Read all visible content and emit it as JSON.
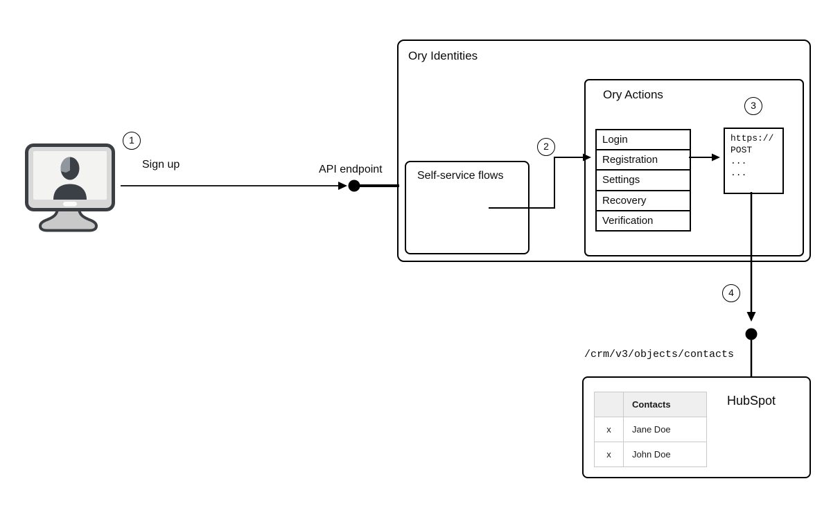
{
  "colors": {
    "line": "#000000",
    "table_border": "#c9c9c9",
    "table_header_bg": "#efefef",
    "monitor_body": "#d8d8d8",
    "monitor_screen": "#f3f3f2",
    "silhouette": "#3a4046"
  },
  "steps": {
    "s1": "1",
    "s2": "2",
    "s3": "3",
    "s4": "4"
  },
  "labels": {
    "sign_up": "Sign up",
    "api_endpoint": "API endpoint",
    "endpoint_path": "/crm/v3/objects/contacts"
  },
  "ory_identities": {
    "title": "Ory Identities"
  },
  "self_service": {
    "title": "Self-service flows"
  },
  "ory_actions": {
    "title": "Ory Actions",
    "flows": [
      "Login",
      "Registration",
      "Settings",
      "Recovery",
      "Verification"
    ]
  },
  "webhook": {
    "lines": [
      "https://",
      "POST",
      "...",
      "..."
    ]
  },
  "hubspot": {
    "title": "HubSpot",
    "table": {
      "headers": [
        "",
        "Contacts"
      ],
      "rows": [
        [
          "x",
          "Jane Doe"
        ],
        [
          "x",
          "John Doe"
        ]
      ]
    }
  },
  "icons": {
    "terminal": "user-terminal-icon"
  }
}
